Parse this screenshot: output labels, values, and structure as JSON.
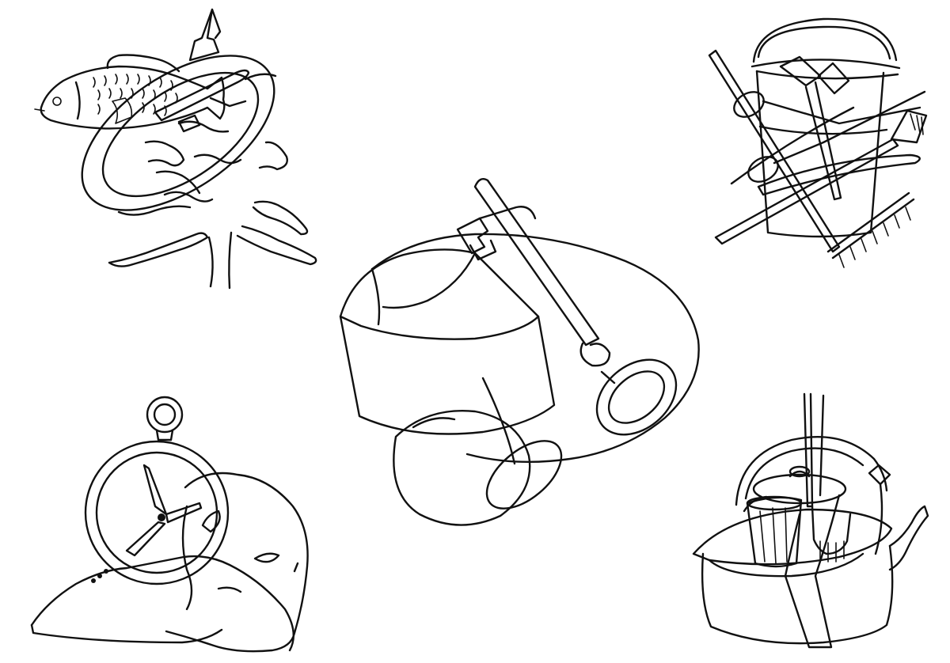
{
  "canvas": {
    "background": "#ffffff",
    "stroke_color": "#111111"
  },
  "figures": [
    {
      "name": "fish-tree-plate-figure",
      "items": [
        "fish-icon",
        "fir-tree-icon",
        "plate-icon",
        "knife-icon"
      ]
    },
    {
      "name": "vacuum-cleaner-figure",
      "items": [
        "vacuum-cleaner-icon",
        "lampshade-icon",
        "kettlebell-icon",
        "key-icon"
      ]
    },
    {
      "name": "bucket-tools-figure",
      "items": [
        "bucket-icon",
        "axe-icon",
        "scissors-icon",
        "rake-icon",
        "brush-icon",
        "knife-icon"
      ]
    },
    {
      "name": "clock-shoe-glove-figure",
      "items": [
        "pocket-watch-icon",
        "shoe-icon",
        "mitten-icon"
      ]
    },
    {
      "name": "kettle-pan-figure",
      "items": [
        "teapot-icon",
        "frying-pan-icon",
        "glass-icon",
        "fork-icon",
        "spatula-icon"
      ]
    }
  ]
}
